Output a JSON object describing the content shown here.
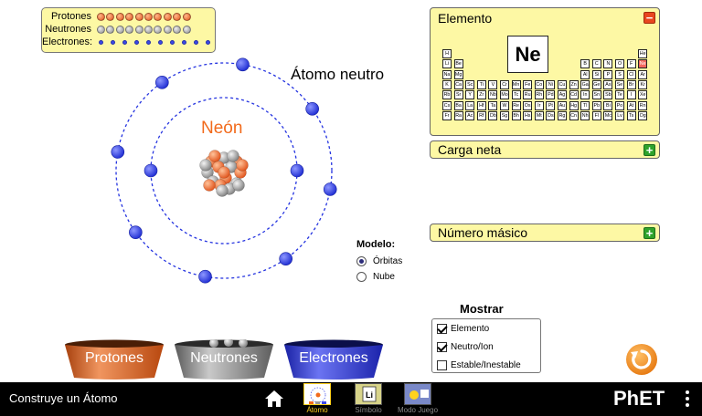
{
  "legend": {
    "protons_label": "Protones",
    "neutrons_label": "Neutrones",
    "electrons_label": "Electrones:",
    "protons": 10,
    "neutrons": 10,
    "electrons": 10
  },
  "atom": {
    "status": "Átomo neutro",
    "element_name": "Neón",
    "inner_shell_electrons": 2,
    "outer_shell_electrons": 8
  },
  "model": {
    "title": "Modelo:",
    "options": [
      "Órbitas",
      "Nube"
    ],
    "selected": "Órbitas"
  },
  "element_panel": {
    "title": "Elemento",
    "symbol": "Ne",
    "collapse_icon": "minus-icon",
    "periodic_table": [
      [
        "H",
        "",
        "",
        "",
        "",
        "",
        "",
        "",
        "",
        "",
        "",
        "",
        "",
        "",
        "",
        "",
        "",
        "He"
      ],
      [
        "Li",
        "Be",
        "",
        "",
        "",
        "",
        "",
        "",
        "",
        "",
        "",
        "",
        "B",
        "C",
        "N",
        "O",
        "F",
        "Ne"
      ],
      [
        "Na",
        "Mg",
        "",
        "",
        "",
        "",
        "",
        "",
        "",
        "",
        "",
        "",
        "Al",
        "Si",
        "P",
        "S",
        "Cl",
        "Ar"
      ],
      [
        "K",
        "Ca",
        "Sc",
        "Ti",
        "V",
        "Cr",
        "Mn",
        "Fe",
        "Co",
        "Ni",
        "Cu",
        "Zn",
        "Ga",
        "Ge",
        "As",
        "Se",
        "Br",
        "Kr"
      ],
      [
        "Rb",
        "Sr",
        "Y",
        "Zr",
        "Nb",
        "Mo",
        "Tc",
        "Ru",
        "Rh",
        "Pd",
        "Ag",
        "Cd",
        "In",
        "Sn",
        "Sb",
        "Te",
        "I",
        "Xe"
      ],
      [
        "Cs",
        "Ba",
        "La",
        "Hf",
        "Ta",
        "W",
        "Re",
        "Os",
        "Ir",
        "Pt",
        "Au",
        "Hg",
        "Tl",
        "Pb",
        "Bi",
        "Po",
        "At",
        "Rn"
      ],
      [
        "Fr",
        "Ra",
        "Ac",
        "Rf",
        "Db",
        "Sg",
        "Bh",
        "Hs",
        "Mt",
        "Ds",
        "Rg",
        "Cn",
        "Nh",
        "Fl",
        "Mc",
        "Lv",
        "Ts",
        "Og"
      ]
    ]
  },
  "net_charge_panel": {
    "title": "Carga neta",
    "expand_icon": "plus-icon"
  },
  "mass_number_panel": {
    "title": "Número másico",
    "expand_icon": "plus-icon"
  },
  "show": {
    "title": "Mostrar",
    "options": [
      {
        "label": "Elemento",
        "checked": true
      },
      {
        "label": "Neutro/Ion",
        "checked": true
      },
      {
        "label": "Estable/Inestable",
        "checked": false
      }
    ]
  },
  "buckets": {
    "protons": "Protones",
    "neutrons": "Neutrones",
    "electrons": "Electrones"
  },
  "navbar": {
    "sim_title": "Construye un Átomo",
    "screens": [
      {
        "label": "Átomo",
        "active": true
      },
      {
        "label": "Símbolo",
        "active": false
      },
      {
        "label": "Modo Juego",
        "active": false
      }
    ],
    "logo": "PhET"
  },
  "colors": {
    "panel_bg": "#fdf8a4",
    "proton": "#f26a1b",
    "neutron": "#9a9a9a",
    "electron": "#3b48e8",
    "active_element": "#f4685e",
    "collapse_button": "#e8461f",
    "expand_button": "#2fa32b",
    "reset_button": "#f7941d",
    "active_tab": "#ffd21c"
  }
}
